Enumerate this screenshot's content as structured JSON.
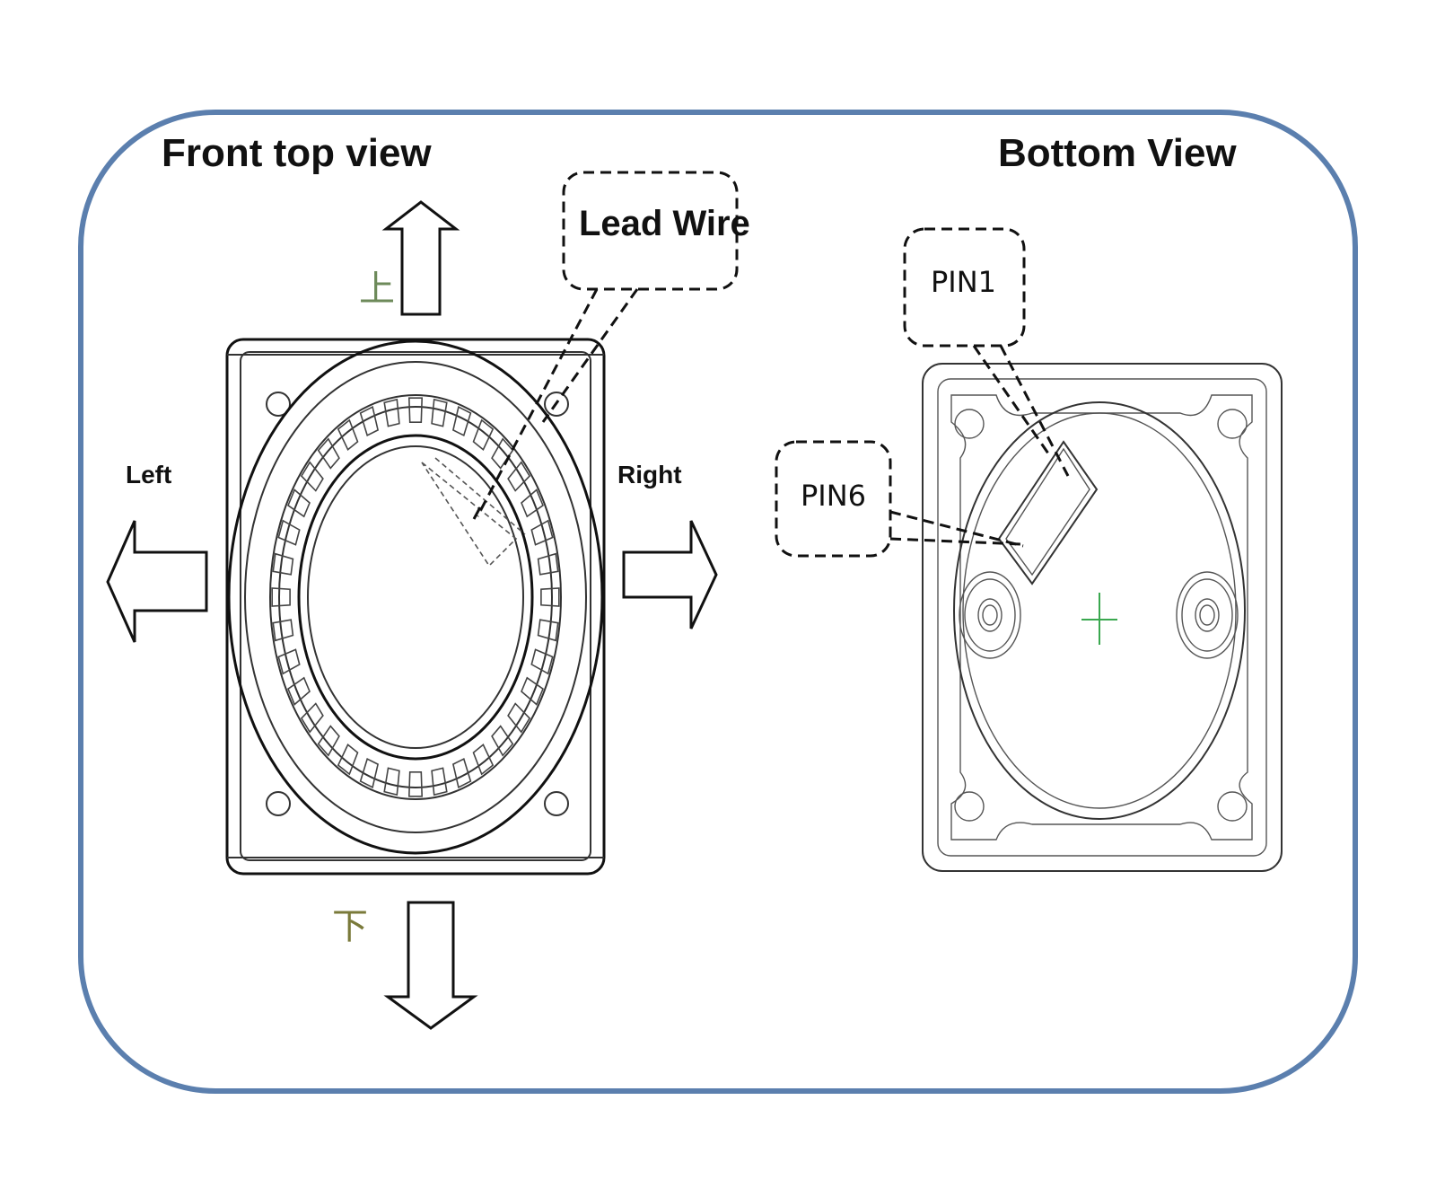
{
  "front": {
    "title": "Front top view",
    "lead_wire_label": "Lead Wire",
    "up_label": "上",
    "down_label": "下",
    "left_label": "Left",
    "right_label": "Right"
  },
  "bottom": {
    "title": "Bottom View",
    "pin1_label": "PIN1",
    "pin6_label": "PIN6"
  },
  "colors": {
    "frame_border": "#5b7fae",
    "cjk_up": "#6d8a5a",
    "cjk_down": "#7a7a3a",
    "center_cross": "#3aa84f"
  }
}
